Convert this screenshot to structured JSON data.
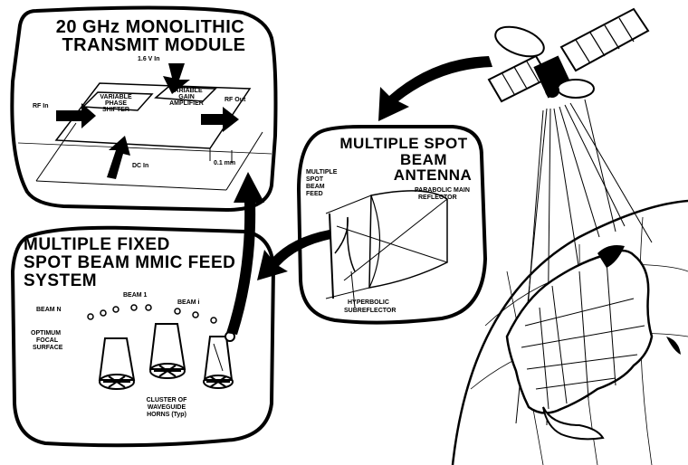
{
  "transmit_module": {
    "title_line1": "20 GHz MONOLITHIC",
    "title_line2": "TRANSMIT MODULE",
    "label_top": "1.6 V In",
    "label_left": "RF In",
    "label_right": "RF Out",
    "label_bottom": "DC In",
    "block_left_line1": "VARIABLE",
    "block_left_line2": "PHASE",
    "block_left_line3": "SHIFTER",
    "block_right_line1": "VARIABLE",
    "block_right_line2": "GAIN",
    "block_right_line3": "AMPLIFIER",
    "dim_label": "0.1 mm"
  },
  "antenna": {
    "title_line1": "MULTIPLE SPOT",
    "title_line2": "BEAM",
    "title_line3": "ANTENNA",
    "feed_line1": "MULTIPLE",
    "feed_line2": "SPOT",
    "feed_line3": "BEAM",
    "feed_line4": "FEED",
    "reflector_line1": "PARABOLIC MAIN",
    "reflector_line2": "REFLECTOR",
    "sub_line1": "HYPERBOLIC",
    "sub_line2": "SUBREFLECTOR"
  },
  "feed_system": {
    "title_line1": "MULTIPLE FIXED",
    "title_line2": "SPOT BEAM MMIC FEED",
    "title_line3": "SYSTEM",
    "beam_n": "BEAM N",
    "beam_1": "BEAM 1",
    "beam_i": "BEAM i",
    "focal_line1": "OPTIMUM",
    "focal_line2": "FOCAL",
    "focal_line3": "SURFACE",
    "cluster_line1": "CLUSTER OF",
    "cluster_line2": "WAVEGUIDE",
    "cluster_line3": "HORNS (Typ)"
  },
  "colors": {
    "ink": "#000000",
    "paper": "#ffffff"
  },
  "icons": {
    "satellite": "satellite-icon",
    "earth": "earth-globe-icon"
  }
}
